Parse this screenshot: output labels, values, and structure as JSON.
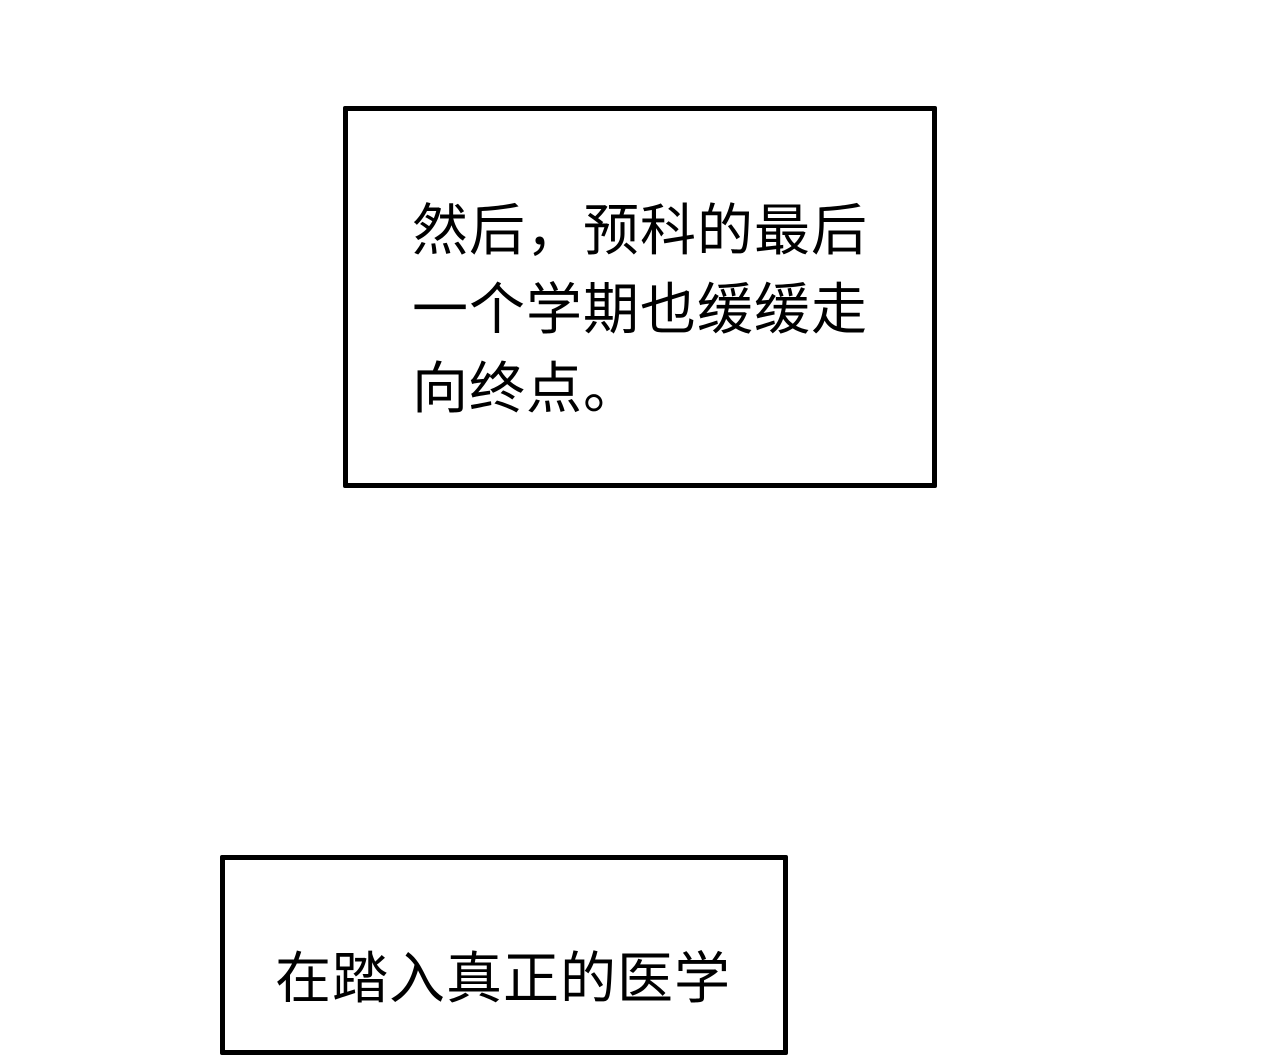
{
  "page": {
    "background_color": "#ffffff",
    "ink_color": "#000000"
  },
  "caption_1": {
    "lines": [
      "然后，预科的最后",
      "一个学期也缓缓走",
      "向终点。"
    ]
  },
  "caption_2": {
    "lines": [
      "在踏入真正的医学"
    ]
  }
}
